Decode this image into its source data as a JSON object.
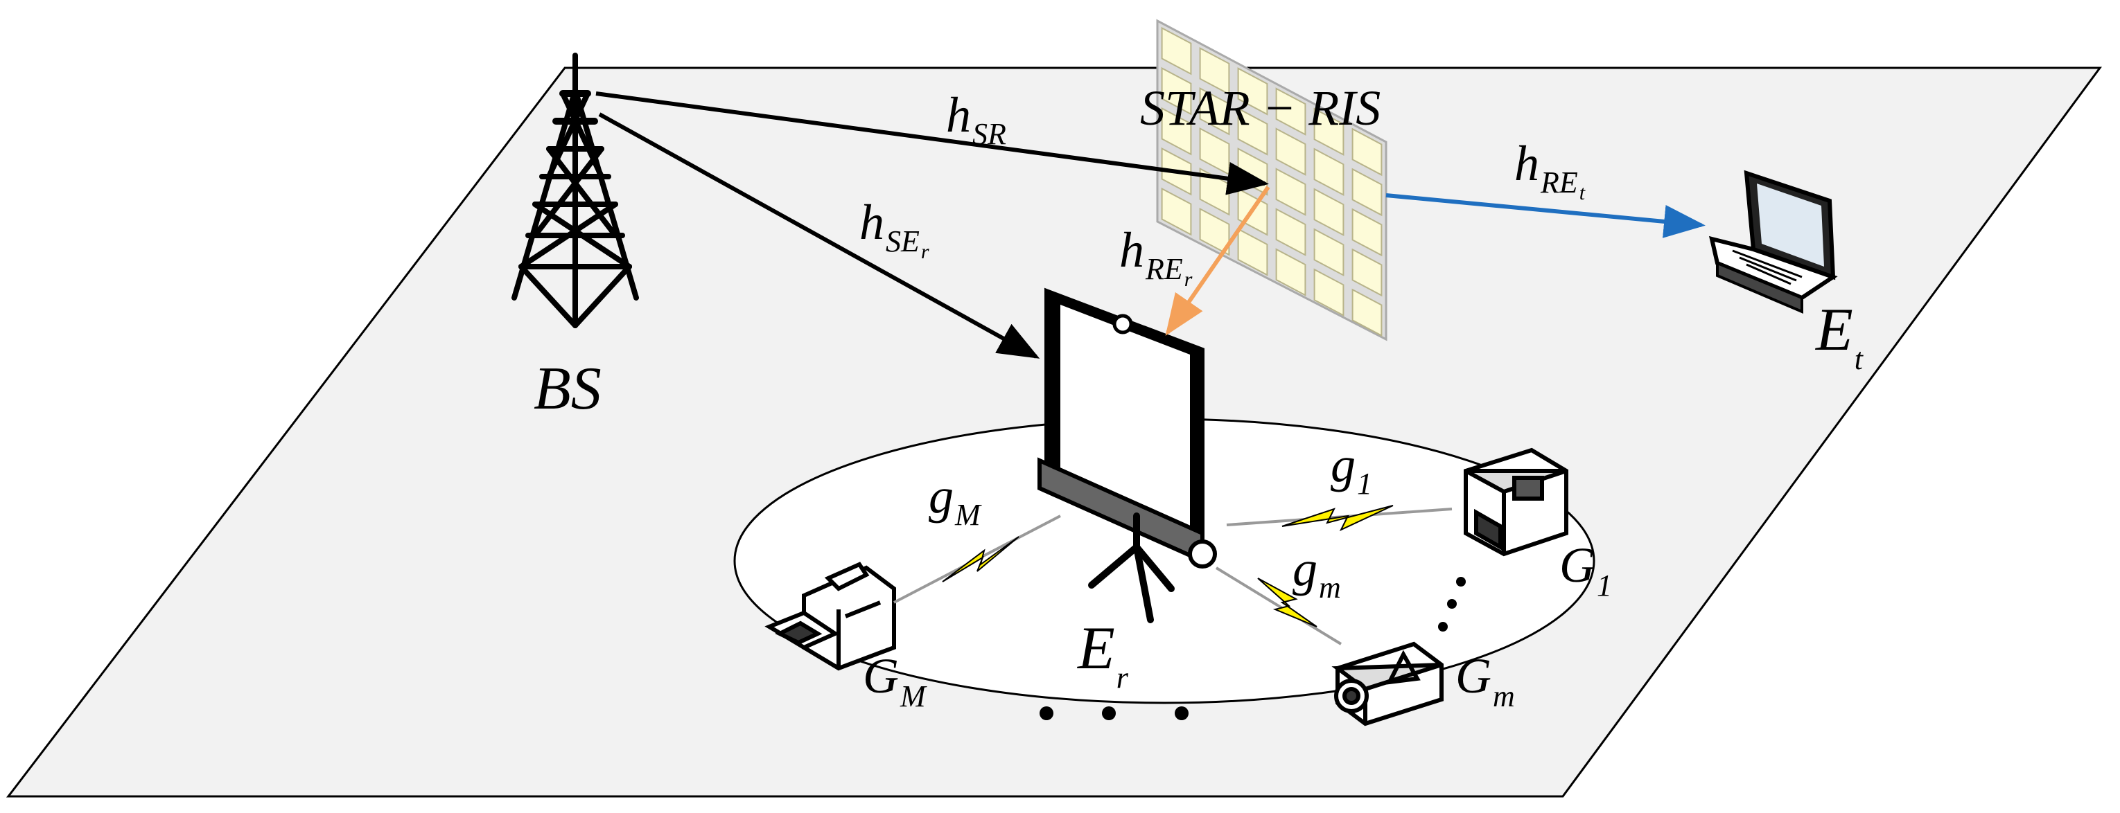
{
  "nodes": {
    "bs": {
      "main": "BS"
    },
    "ris": {
      "main": "STAR − RIS"
    },
    "et": {
      "main": "E",
      "sub": "t"
    },
    "er": {
      "main": "E",
      "sub": "r"
    },
    "g1_device": {
      "main": "G",
      "sub": "1"
    },
    "gm_device": {
      "main": "G",
      "sub": "m"
    },
    "gM_device": {
      "main": "G",
      "sub": "M"
    }
  },
  "channels": {
    "h_sr": {
      "main": "h",
      "sub": "SR"
    },
    "h_ser": {
      "main": "h",
      "sub": "SE",
      "subsub": "r"
    },
    "h_rer": {
      "main": "h",
      "sub": "RE",
      "subsub": "r"
    },
    "h_ret": {
      "main": "h",
      "sub": "RE",
      "subsub": "t"
    },
    "g1": {
      "main": "g",
      "sub": "1"
    },
    "gm": {
      "main": "g",
      "sub": "m"
    },
    "gM": {
      "main": "g",
      "sub": "M"
    }
  },
  "colors": {
    "ground": "#f2f2f2",
    "ris_element": "#fdfbd8",
    "ris_panel": "#dcdcdc",
    "arrow_black": "#000000",
    "arrow_blue": "#1f6fc0",
    "arrow_orange": "#f4a15a",
    "lightning": "#fff200"
  }
}
